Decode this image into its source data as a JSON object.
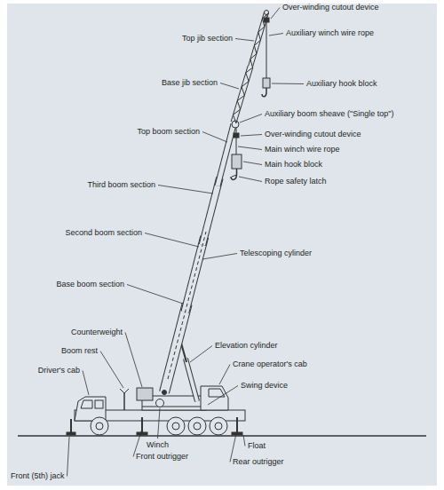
{
  "diagram": {
    "labels": [
      "Over-winding cutout device",
      "Top jib section",
      "Auxiliary winch wire rope",
      "Base jib section",
      "Auxiliary hook block",
      "Auxiliary boom sheave (\"Single top\")",
      "Top boom section",
      "Over-winding cutout device",
      "Main winch wire rope",
      "Main hook block",
      "Rope safety latch",
      "Third boom section",
      "Second boom section",
      "Telescoping cylinder",
      "Base boom section",
      "Elevation cylinder",
      "Counterweight",
      "Boom rest",
      "Crane operator's cab",
      "Swing device",
      "Driver's cab",
      "Winch",
      "Front outrigger",
      "Rear outrigger",
      "Float",
      "Front (5th) jack"
    ]
  }
}
